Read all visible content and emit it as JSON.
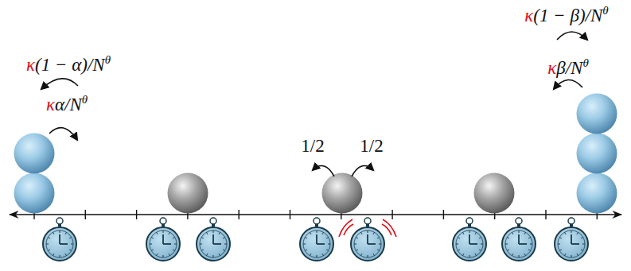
{
  "diagram": {
    "labels": [
      "κ(1 − α)/Nθ",
      "κα/Nθ",
      "1/2",
      "1/2",
      "κ(1 − β)/Nθ",
      "κβ/Nθ"
    ]
  }
}
